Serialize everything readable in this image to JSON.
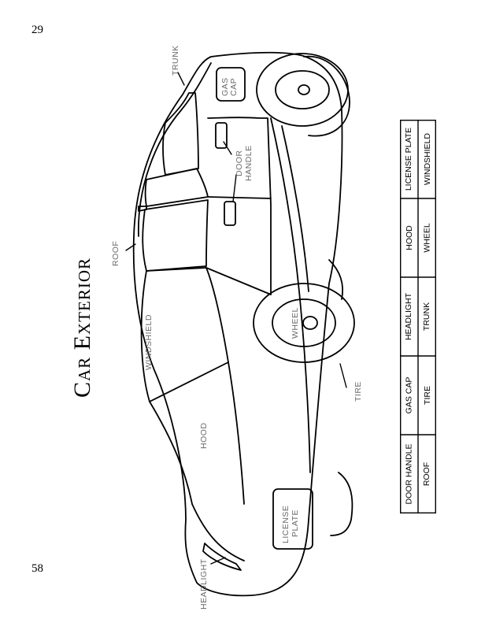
{
  "page": {
    "number_top": "29",
    "number_bottom": "58"
  },
  "title": "Car Exterior",
  "labels": {
    "trunk": "TRUNK",
    "gas_cap_1": "GAS",
    "gas_cap_2": "CAP",
    "door_handle_1": "DOOR",
    "door_handle_2": "HANDLE",
    "roof": "ROOF",
    "windshield": "WINDSHIELD",
    "wheel": "WHEEL",
    "tire": "TIRE",
    "hood": "HOOD",
    "license_plate_1": "LICENSE",
    "license_plate_2": "PLATE",
    "headlight": "HEADLIGHT"
  },
  "word_table": {
    "row1": [
      "DOOR HANDLE",
      "GAS CAP",
      "HEADLIGHT",
      "HOOD",
      "LICENSE PLATE"
    ],
    "row2": [
      "ROOF",
      "TIRE",
      "TRUNK",
      "WHEEL",
      "WINDSHIELD"
    ]
  }
}
